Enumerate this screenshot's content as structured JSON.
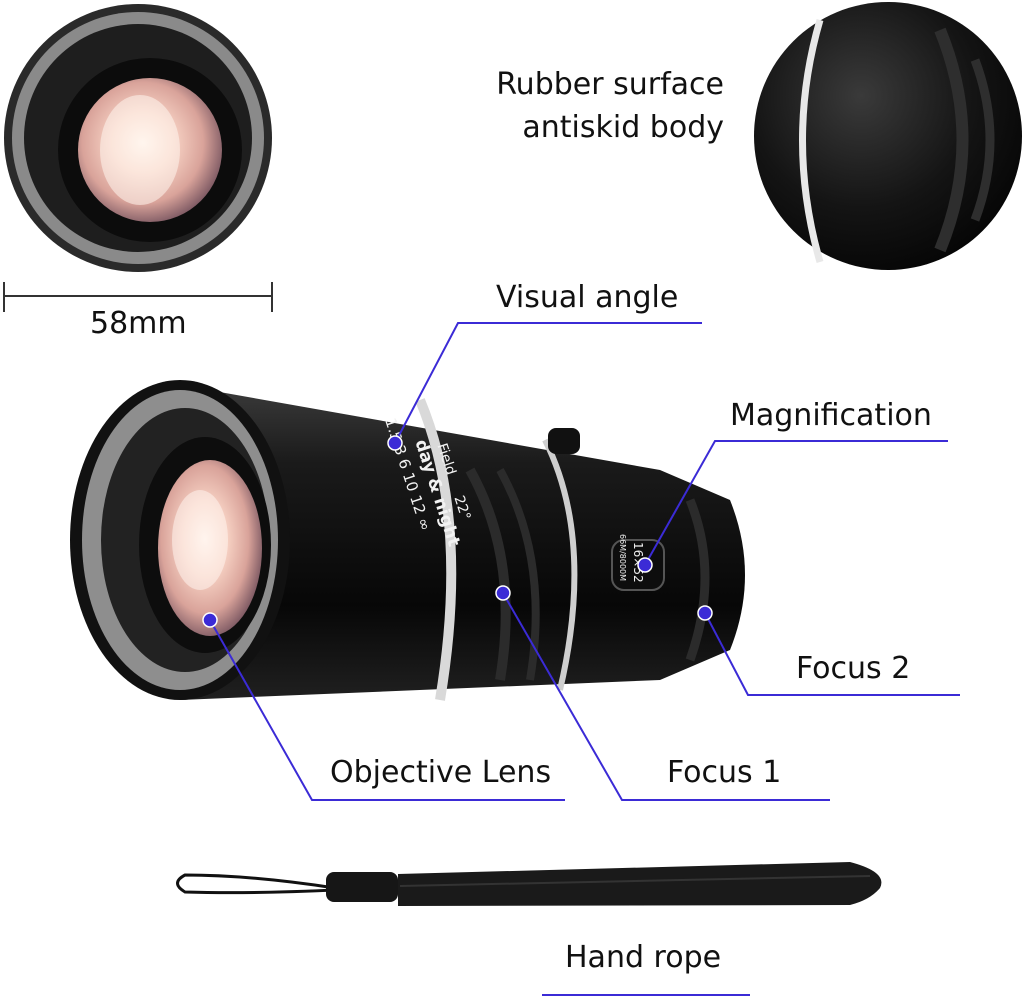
{
  "texts": {
    "dimension": "58mm",
    "rubber_line1": "Rubber surface",
    "rubber_line2": "antiskid body",
    "visual_angle": "Visual angle",
    "magnification": "Magnification",
    "focus2": "Focus 2",
    "objective_lens": "Objective Lens",
    "focus1": "Focus 1",
    "hand_rope": "Hand rope"
  },
  "scale_ring": {
    "line1": "1.5  3  6  10  12  ∞",
    "line2": "day & night",
    "line3": "Field",
    "line4": "22°"
  },
  "spec_plate": {
    "line1": "16×52",
    "line2": "66M/8000M"
  },
  "colors": {
    "callout": "#3b2bd6",
    "text": "#111111",
    "body": "#0b0b0b",
    "lens_tint": "#f3c3b6"
  },
  "icons": {
    "marker": "callout-dot-icon"
  }
}
